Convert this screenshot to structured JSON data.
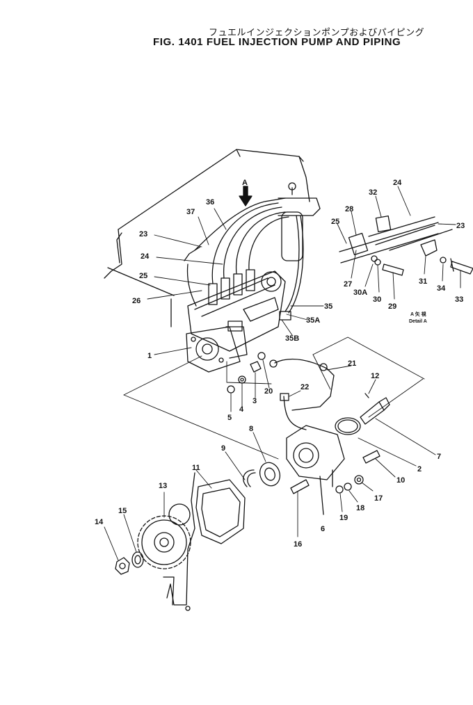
{
  "header": {
    "title_jp": "フュエルインジェクションポンプおよびパイピング",
    "title_en": "FIG. 1401  FUEL INJECTION PUMP AND PIPING"
  },
  "arrow_label": "A",
  "detail_caption": {
    "row1": "A 矢 視",
    "row2": "Detail  A"
  },
  "callouts": [
    {
      "id": "c1",
      "text": "1"
    },
    {
      "id": "c2",
      "text": "2"
    },
    {
      "id": "c3",
      "text": "3"
    },
    {
      "id": "c4",
      "text": "4"
    },
    {
      "id": "c5",
      "text": "5"
    },
    {
      "id": "c6",
      "text": "6"
    },
    {
      "id": "c7",
      "text": "7"
    },
    {
      "id": "c8",
      "text": "8"
    },
    {
      "id": "c9",
      "text": "9"
    },
    {
      "id": "c10",
      "text": "10"
    },
    {
      "id": "c11",
      "text": "11"
    },
    {
      "id": "c12",
      "text": "12"
    },
    {
      "id": "c13",
      "text": "13"
    },
    {
      "id": "c14",
      "text": "14"
    },
    {
      "id": "c15",
      "text": "15"
    },
    {
      "id": "c16",
      "text": "16"
    },
    {
      "id": "c17",
      "text": "17"
    },
    {
      "id": "c18",
      "text": "18"
    },
    {
      "id": "c19",
      "text": "19"
    },
    {
      "id": "c20",
      "text": "20"
    },
    {
      "id": "c21",
      "text": "21"
    },
    {
      "id": "c22",
      "text": "22"
    },
    {
      "id": "c23a",
      "text": "23"
    },
    {
      "id": "c24a",
      "text": "24"
    },
    {
      "id": "c25a",
      "text": "25"
    },
    {
      "id": "c26",
      "text": "26"
    },
    {
      "id": "c35",
      "text": "35"
    },
    {
      "id": "c35a",
      "text": "35A"
    },
    {
      "id": "c35b",
      "text": "35B"
    },
    {
      "id": "c36",
      "text": "36"
    },
    {
      "id": "c37",
      "text": "37"
    },
    {
      "id": "c32",
      "text": "32"
    },
    {
      "id": "c24b",
      "text": "24"
    },
    {
      "id": "c28",
      "text": "28"
    },
    {
      "id": "c25b",
      "text": "25"
    },
    {
      "id": "c23b",
      "text": "23"
    },
    {
      "id": "c27",
      "text": "27"
    },
    {
      "id": "c30a",
      "text": "30A"
    },
    {
      "id": "c30",
      "text": "30"
    },
    {
      "id": "c29",
      "text": "29"
    },
    {
      "id": "c31",
      "text": "31"
    },
    {
      "id": "c34",
      "text": "34"
    },
    {
      "id": "c33",
      "text": "33"
    }
  ]
}
